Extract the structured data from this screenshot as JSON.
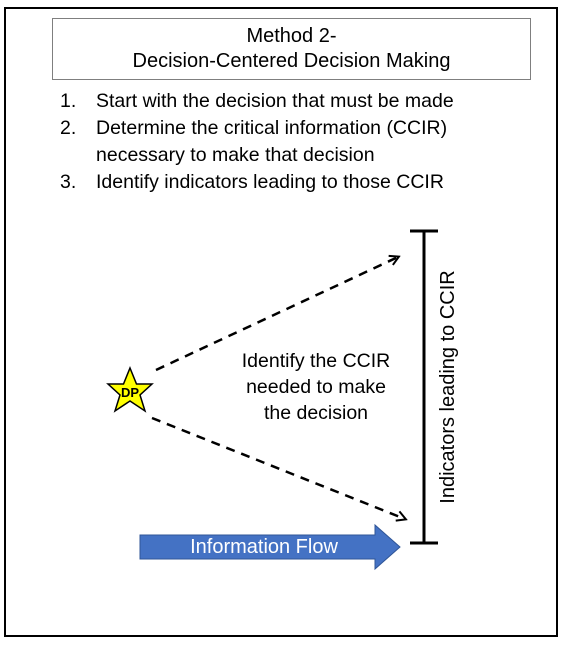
{
  "title": {
    "line1": "Method 2-",
    "line2": "Decision-Centered Decision Making"
  },
  "steps": [
    {
      "num": "1.",
      "lines": [
        "Start with the decision that must be made"
      ]
    },
    {
      "num": "2.",
      "lines": [
        "Determine the critical information (CCIR)",
        "necessary to make that decision"
      ]
    },
    {
      "num": "3.",
      "lines": [
        "Identify indicators leading to those CCIR"
      ]
    }
  ],
  "diagram": {
    "decision_point_label": "DP",
    "center_text": [
      "Identify the CCIR",
      "needed to make",
      "the decision"
    ],
    "vertical_label": "Indicators leading to CCIR",
    "flow_label": "Information Flow"
  },
  "colors": {
    "star_fill": "#ffff00",
    "arrow_fill": "#4472c4",
    "border": "#000000"
  }
}
